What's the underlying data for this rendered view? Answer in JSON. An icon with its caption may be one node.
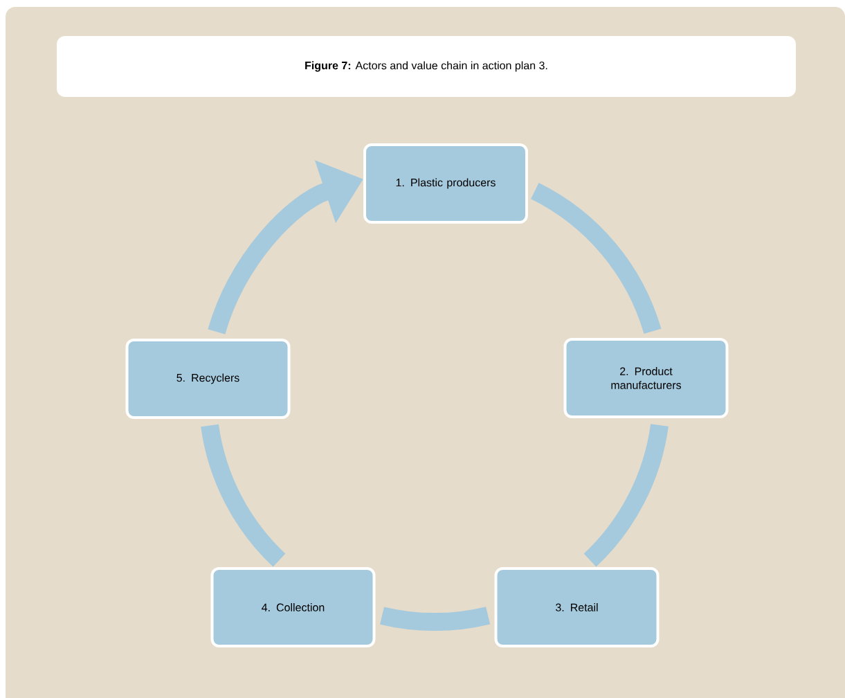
{
  "diagram": {
    "title": "**Figure 7:** Actors and value chain in action plan 3.",
    "nodes": [
      {
        "text": [
          "1. Plastic producers"
        ]
      },
      {
        "text": [
          "2. Product manufacturers"
        ]
      },
      {
        "text": [
          "3. Retail"
        ]
      },
      {
        "text": [
          "4. Collection"
        ]
      },
      {
        "text": [
          "5. Recyclers"
        ]
      }
    ],
    "edges": [
      {
        "from": 0,
        "to": 1,
        "arrow": "none"
      },
      {
        "from": 1,
        "to": 2,
        "arrow": "none"
      },
      {
        "from": 2,
        "to": 3,
        "arrow": "none"
      },
      {
        "from": 3,
        "to": 4,
        "arrow": "none"
      },
      {
        "from": 4,
        "to": 0,
        "arrow": "to"
      }
    ]
  }
}
